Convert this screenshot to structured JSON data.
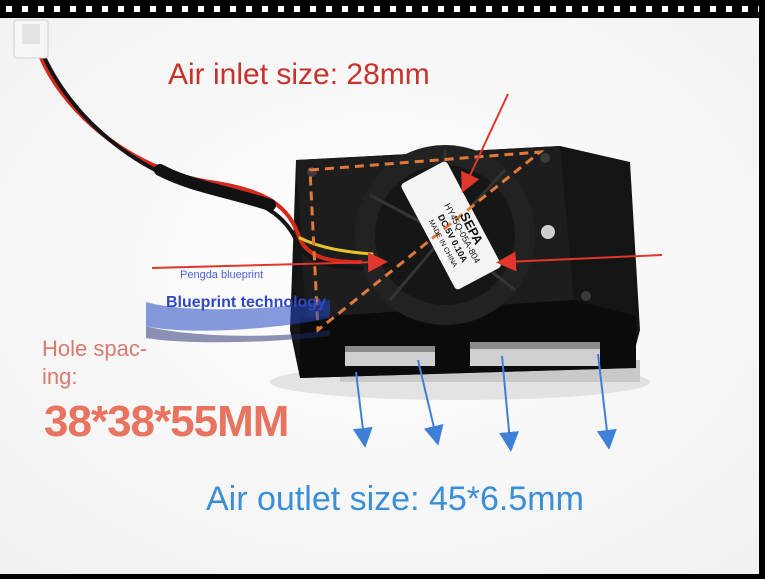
{
  "labels": {
    "air_inlet": "Air inlet size: 28mm",
    "hole_spacing": "Hole spac-ing:",
    "dimensions": "38*38*55MM",
    "air_outlet": "Air outlet size: 45*6.5mm"
  },
  "watermark": {
    "line1": "Pengda blueprint",
    "line2": "Blueprint technology"
  },
  "fan_label": {
    "brand": "SEPA",
    "model": "HY45Q-05A-804",
    "rating": "DC 5V 0.10A",
    "origin": "MADE IN CHINA"
  },
  "colors": {
    "inlet_text": "#c8322a",
    "outlet_text": "#3b8fd6",
    "hole_text": "#d97a6e",
    "dims_text": "#e8735f",
    "arrow_red": "#e0362c",
    "arrow_blue": "#3e7fd8",
    "outline_dashed": "#e0793a"
  }
}
